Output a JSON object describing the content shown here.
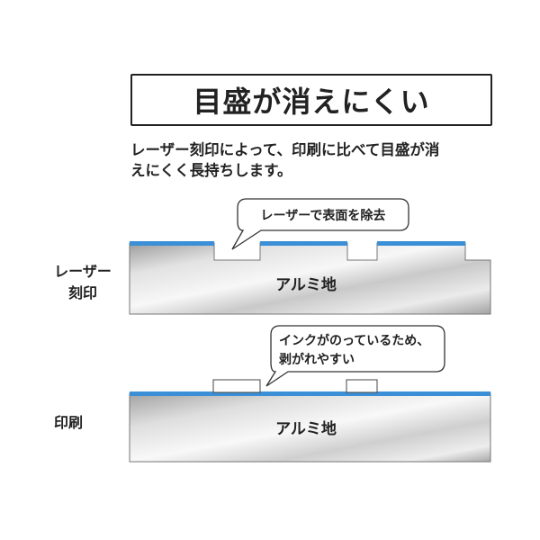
{
  "title": "目盛が消えにくい",
  "description": {
    "line1": "レーザー刻印によって、印刷に比べて目盛が消",
    "line2": "えにくく長持ちします。"
  },
  "laser": {
    "label_line1": "レーザー",
    "label_line2": "刻印",
    "callout": "レーザーで表面を除去",
    "material": "アルミ地"
  },
  "print": {
    "label": "印刷",
    "callout_line1": "インクがのっているため、",
    "callout_line2": "剥がれやすい",
    "material": "アルミ地"
  },
  "colors": {
    "surface_coating": "#3a8fd6",
    "ink": "#ffffff",
    "outline": "#222222"
  }
}
